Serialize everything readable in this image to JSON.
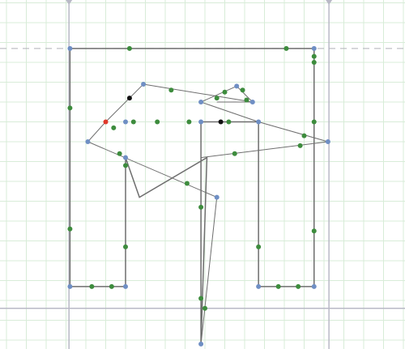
{
  "colors": {
    "background": "#ffffff",
    "grid_minor": "#d8ecd8",
    "axis": "#b9b9c6",
    "guide_dashed": "#b0b0b8",
    "shape_stroke": "#6e6e6e",
    "vertex_blue": "#6f8fc4",
    "midpoint_green": "#3d8c3d",
    "point_black": "#111111",
    "point_red": "#e0392b"
  },
  "icons": [
    "axis-arrow-icon"
  ],
  "shape": {
    "outline": [
      [
        -1,
        1
      ],
      [
        8,
        1
      ],
      [
        8,
        -8
      ],
      [
        6,
        -8
      ],
      [
        6,
        -2
      ],
      [
        3,
        -2
      ],
      [
        3,
        -11
      ],
      [
        4,
        -6
      ],
      [
        8,
        0.5
      ],
      [
        1,
        4
      ],
      [
        0,
        5
      ],
      [
        -2,
        3
      ],
      [
        0,
        1
      ],
      [
        0,
        -8
      ],
      [
        -1,
        -8
      ]
    ],
    "extra_vertices": [
      [
        2.5,
        2
      ],
      [
        5,
        2
      ]
    ],
    "midpoints": [
      [
        2,
        1
      ],
      [
        8,
        1.6
      ],
      [
        8,
        0.8
      ],
      [
        8,
        -3
      ],
      [
        7,
        -8
      ],
      [
        6,
        -5
      ],
      [
        4.5,
        -2
      ],
      [
        3,
        -3
      ],
      [
        3,
        -8
      ],
      [
        3,
        -10
      ],
      [
        3.3,
        -9.8
      ],
      [
        3.5,
        -2.6
      ],
      [
        5.7,
        0.4
      ],
      [
        3.5,
        -1.5
      ],
      [
        4,
        2
      ],
      [
        4.8,
        1.8
      ],
      [
        5,
        1.5
      ],
      [
        6,
        0
      ],
      [
        2,
        0
      ],
      [
        -1.7,
        0.3
      ],
      [
        -0.5,
        -1.3
      ],
      [
        0,
        -3
      ],
      [
        0,
        -5
      ],
      [
        -1,
        -1
      ],
      [
        -1.5,
        -8
      ],
      [
        1.5,
        0
      ],
      [
        1,
        0
      ],
      [
        2.2,
        -1
      ]
    ],
    "black_points": [
      [
        1,
        2
      ],
      [
        4.7,
        0
      ]
    ],
    "red_points": [
      [
        0,
        0
      ]
    ]
  }
}
